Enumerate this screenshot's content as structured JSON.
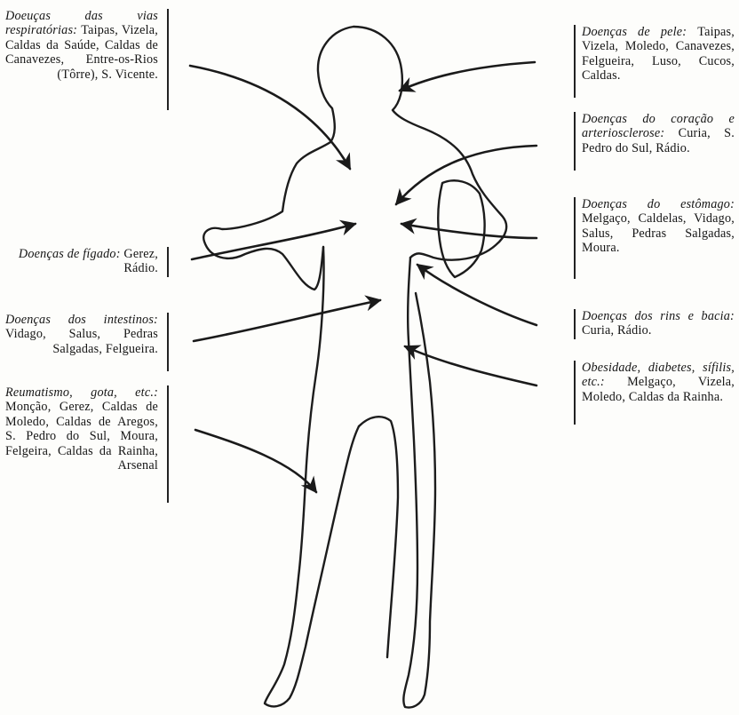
{
  "labels": {
    "vias_respiratorias": {
      "title": "Doeuças das vias respiratórias:",
      "places": "Taipas, Vizela, Caldas da Saúde, Caldas de Canavezes, Entre-os-Rios (Tôrre), S. Vicente."
    },
    "figado": {
      "title": "Doenças de fígado:",
      "places": "Gerez, Rádio."
    },
    "intestinos": {
      "title": "Doenças dos intestinos:",
      "places": "Vidago, Salus, Pedras Salgadas, Felgueira."
    },
    "reumatismo": {
      "title": "Reumatismo, gota, etc.:",
      "places": "Monção, Gerez, Caldas de Moledo, Caldas de Aregos, S. Pedro do Sul, Moura, Felgeira, Caldas da Rainha, Arsenal"
    },
    "pele": {
      "title": "Doenças de pele:",
      "places": "Taipas, Vizela, Moledo, Canavezes, Felgueira, Luso, Cucos, Caldas."
    },
    "coracao": {
      "title": "Doenças do coração e arteriosclerose:",
      "places": "Curia, S. Pedro do Sul, Rádio."
    },
    "estomago": {
      "title": "Doenças do estômago:",
      "places": "Melgaço, Caldelas, Vidago, Salus, Pedras Salgadas, Moura."
    },
    "rins": {
      "title": "Doenças dos rins e bacia:",
      "places": "Curia, Rádio."
    },
    "obesidade": {
      "title": "Obesidade, diabetes, sífilis, etc.:",
      "places": "Melgaço, Vizela, Moledo, Caldas da Rainha."
    }
  }
}
